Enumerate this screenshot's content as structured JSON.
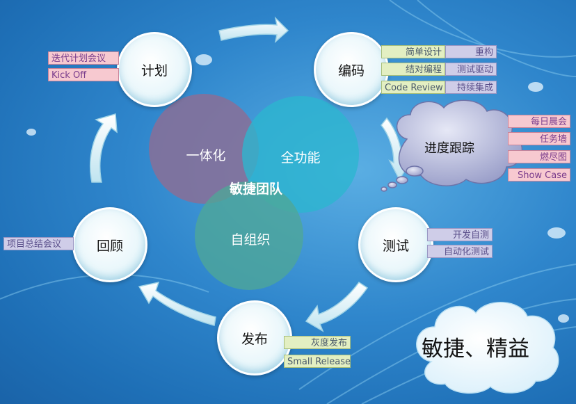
{
  "nodes": {
    "plan": "计划",
    "code": "编码",
    "test": "测试",
    "release": "发布",
    "review": "回顾"
  },
  "plan_tags": [
    "迭代计划会议",
    "Kick Off"
  ],
  "code_tags_left": [
    "简单设计",
    "结对编程",
    "Code Review"
  ],
  "code_tags_right": [
    "重构",
    "测试驱动",
    "持续集成"
  ],
  "tracking": {
    "label": "进度跟踪",
    "tags": [
      "每日晨会",
      "任务墙",
      "燃尽图",
      "Show Case"
    ]
  },
  "test_tags": [
    "开发自测",
    "自动化测试"
  ],
  "release_tags": [
    "灰度发布",
    "Small Release"
  ],
  "review_tags": [
    "项目总结会议"
  ],
  "venn": {
    "left": "一体化",
    "right": "全功能",
    "bottom": "自组织",
    "center": "敏捷团队"
  },
  "slogan": "敏捷、精益",
  "colors": {
    "venn_left": "#8a6f96",
    "venn_right": "#2bb6cf",
    "venn_bottom": "#4ea697"
  }
}
